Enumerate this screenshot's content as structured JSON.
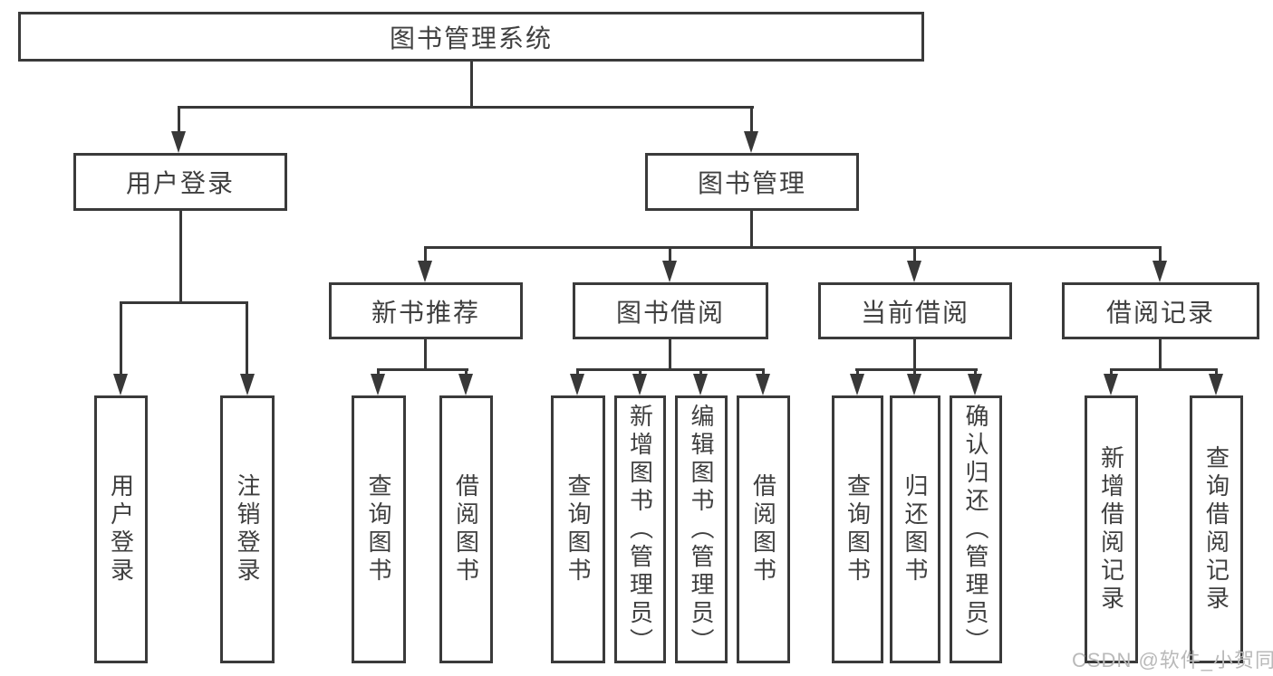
{
  "tree": {
    "root": {
      "label": "图书管理系统",
      "children": [
        {
          "label": "用户登录",
          "children": [
            {
              "label": "用户登录"
            },
            {
              "label": "注销登录"
            }
          ]
        },
        {
          "label": "图书管理",
          "children": [
            {
              "label": "新书推荐",
              "children": [
                {
                  "label": "查询图书"
                },
                {
                  "label": "借阅图书"
                }
              ]
            },
            {
              "label": "图书借阅",
              "children": [
                {
                  "label": "查询图书"
                },
                {
                  "label": "新增图书（管理员）"
                },
                {
                  "label": "编辑图书（管理员）"
                },
                {
                  "label": "借阅图书"
                }
              ]
            },
            {
              "label": "当前借阅",
              "children": [
                {
                  "label": "查询图书"
                },
                {
                  "label": "归还图书"
                },
                {
                  "label": "确认归还（管理员）"
                }
              ]
            },
            {
              "label": "借阅记录",
              "children": [
                {
                  "label": "新增借阅记录"
                },
                {
                  "label": "查询借阅记录"
                }
              ]
            }
          ]
        }
      ]
    }
  },
  "watermark": {
    "text": "CSDN @软件_小贺同学"
  },
  "colors": {
    "line": "#383838",
    "box_border": "#3a3a3a",
    "text": "#3f3f3f",
    "watermark": "#b9b9b9",
    "background": "#ffffff"
  }
}
